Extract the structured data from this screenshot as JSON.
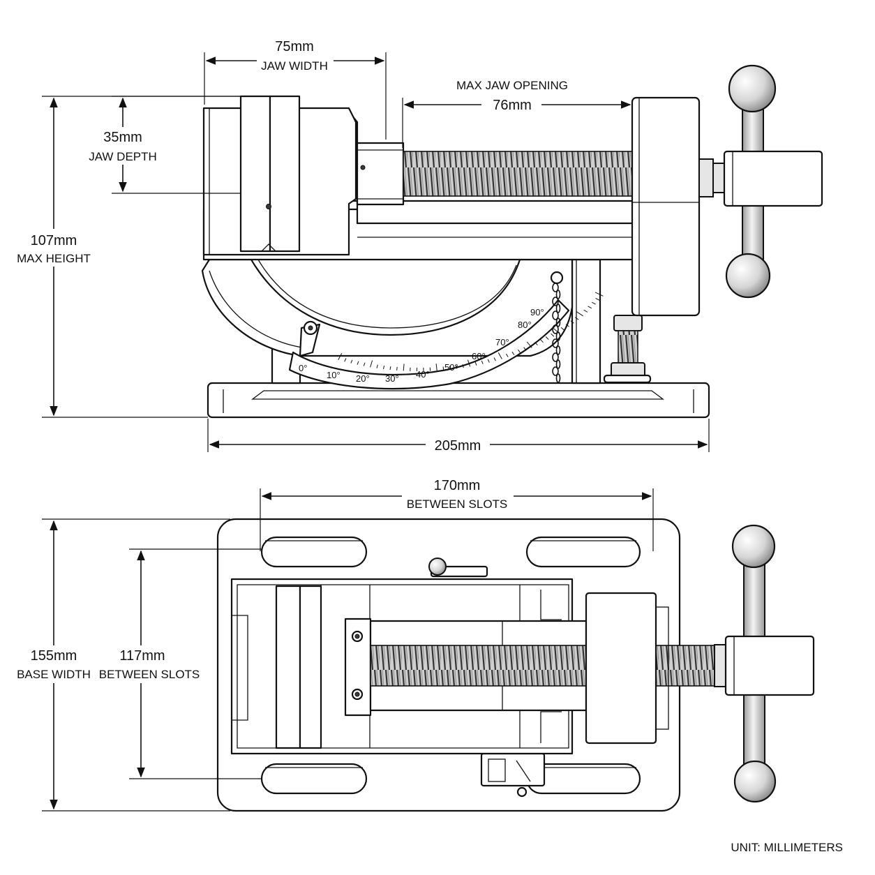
{
  "side_view": {
    "jaw_width": {
      "value": "75mm",
      "label": "JAW WIDTH"
    },
    "max_jaw_opening": {
      "label": "MAX JAW OPENING",
      "value": "76mm"
    },
    "jaw_depth": {
      "value": "35mm",
      "label": "JAW DEPTH"
    },
    "max_height": {
      "value": "107mm",
      "label": "MAX HEIGHT"
    },
    "length": {
      "value": "205mm"
    },
    "scale_marks": [
      "0°",
      "10°",
      "20°",
      "30°",
      "40°",
      "50°",
      "60°",
      "70°",
      "80°",
      "90°"
    ]
  },
  "top_view": {
    "between_slots_x": {
      "value": "170mm",
      "label": "BETWEEN SLOTS"
    },
    "base_width": {
      "value": "155mm",
      "label": "BASE WIDTH"
    },
    "between_slots_y": {
      "value": "117mm",
      "label": "BETWEEN SLOTS"
    }
  },
  "footer": {
    "unit_note": "UNIT: MILLIMETERS"
  }
}
